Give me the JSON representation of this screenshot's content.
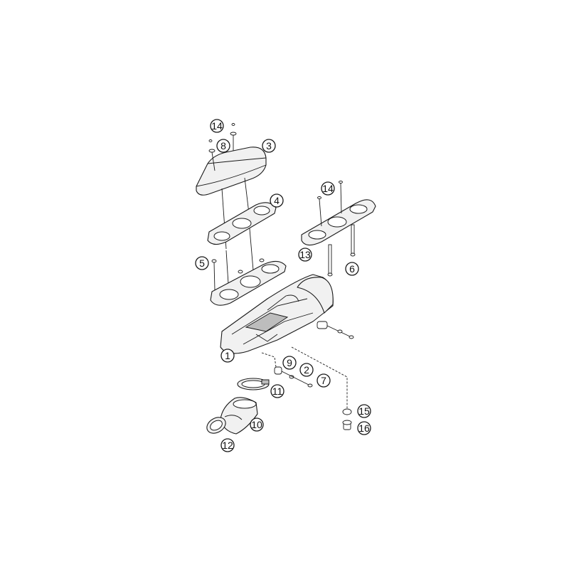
{
  "callouts": {
    "c1": "1",
    "c2": "2",
    "c3": "3",
    "c4": "4",
    "c5": "5",
    "c6": "6",
    "c7": "7",
    "c8": "8",
    "c9": "9",
    "c10": "10",
    "c11": "11",
    "c12": "12",
    "c13": "13",
    "c14a": "14",
    "c14b": "14",
    "c15": "15",
    "c16": "16"
  },
  "colors": {
    "background": "#ffffff",
    "line": "#1a1a1a",
    "part_fill": "#f1f1f1"
  }
}
